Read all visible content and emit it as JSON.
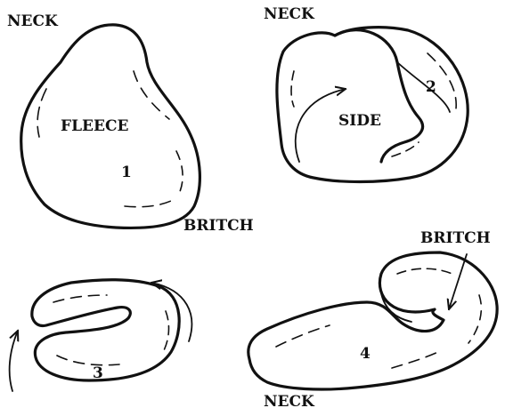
{
  "labels": {
    "neck_1": "NECK",
    "fleece": "FLEECE",
    "step_1": "1",
    "britch_1": "BRITCH",
    "neck_2": "NECK",
    "side": "SIDE",
    "step_2": "2",
    "step_3": "3",
    "britch_4": "BRITCH",
    "step_4": "4",
    "neck_4": "NECK"
  },
  "colors": {
    "ink": "#111111",
    "paper": "#ffffff"
  }
}
